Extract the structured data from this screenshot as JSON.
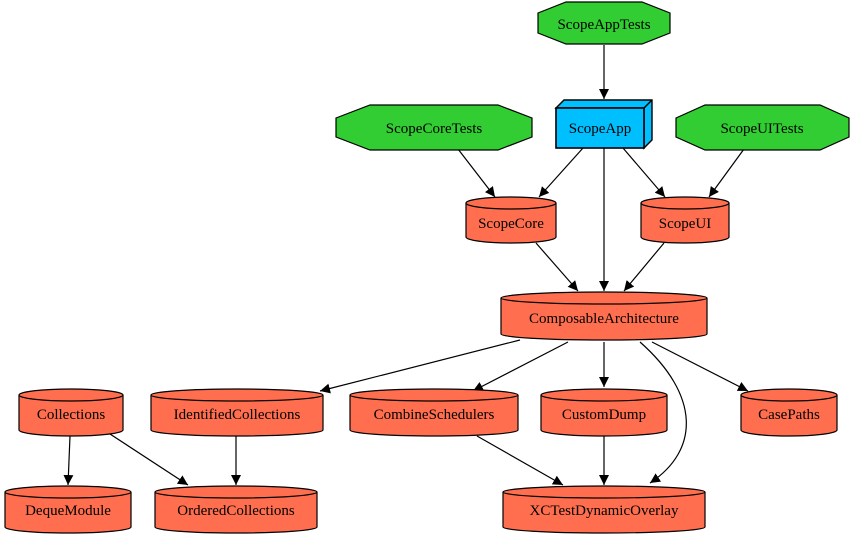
{
  "graph": {
    "nodes": {
      "scope_app_tests": {
        "label": "ScopeAppTests",
        "shape": "octagon",
        "color": "#32cd32"
      },
      "scope_app": {
        "label": "ScopeApp",
        "shape": "box3d",
        "color": "#00bfff"
      },
      "scope_core_tests": {
        "label": "ScopeCoreTests",
        "shape": "octagon",
        "color": "#32cd32"
      },
      "scope_ui_tests": {
        "label": "ScopeUITests",
        "shape": "octagon",
        "color": "#32cd32"
      },
      "scope_core": {
        "label": "ScopeCore",
        "shape": "cylinder",
        "color": "#ff6f4f"
      },
      "scope_ui": {
        "label": "ScopeUI",
        "shape": "cylinder",
        "color": "#ff6f4f"
      },
      "composable_architecture": {
        "label": "ComposableArchitecture",
        "shape": "cylinder",
        "color": "#ff6f4f"
      },
      "collections": {
        "label": "Collections",
        "shape": "cylinder",
        "color": "#ff6f4f"
      },
      "identified_collections": {
        "label": "IdentifiedCollections",
        "shape": "cylinder",
        "color": "#ff6f4f"
      },
      "combine_schedulers": {
        "label": "CombineSchedulers",
        "shape": "cylinder",
        "color": "#ff6f4f"
      },
      "custom_dump": {
        "label": "CustomDump",
        "shape": "cylinder",
        "color": "#ff6f4f"
      },
      "case_paths": {
        "label": "CasePaths",
        "shape": "cylinder",
        "color": "#ff6f4f"
      },
      "deque_module": {
        "label": "DequeModule",
        "shape": "cylinder",
        "color": "#ff6f4f"
      },
      "ordered_collections": {
        "label": "OrderedCollections",
        "shape": "cylinder",
        "color": "#ff6f4f"
      },
      "xctest_dynamic_overlay": {
        "label": "XCTestDynamicOverlay",
        "shape": "cylinder",
        "color": "#ff6f4f"
      }
    },
    "edges": [
      {
        "from": "ScopeAppTests",
        "to": "ScopeApp"
      },
      {
        "from": "ScopeApp",
        "to": "ScopeCore"
      },
      {
        "from": "ScopeApp",
        "to": "ScopeUI"
      },
      {
        "from": "ScopeApp",
        "to": "ComposableArchitecture"
      },
      {
        "from": "ScopeCoreTests",
        "to": "ScopeCore"
      },
      {
        "from": "ScopeUITests",
        "to": "ScopeUI"
      },
      {
        "from": "ScopeCore",
        "to": "ComposableArchitecture"
      },
      {
        "from": "ScopeUI",
        "to": "ComposableArchitecture"
      },
      {
        "from": "ComposableArchitecture",
        "to": "IdentifiedCollections"
      },
      {
        "from": "ComposableArchitecture",
        "to": "CombineSchedulers"
      },
      {
        "from": "ComposableArchitecture",
        "to": "CustomDump"
      },
      {
        "from": "ComposableArchitecture",
        "to": "CasePaths"
      },
      {
        "from": "ComposableArchitecture",
        "to": "XCTestDynamicOverlay"
      },
      {
        "from": "Collections",
        "to": "DequeModule"
      },
      {
        "from": "Collections",
        "to": "OrderedCollections"
      },
      {
        "from": "IdentifiedCollections",
        "to": "OrderedCollections"
      },
      {
        "from": "CombineSchedulers",
        "to": "XCTestDynamicOverlay"
      },
      {
        "from": "CustomDump",
        "to": "XCTestDynamicOverlay"
      }
    ]
  }
}
